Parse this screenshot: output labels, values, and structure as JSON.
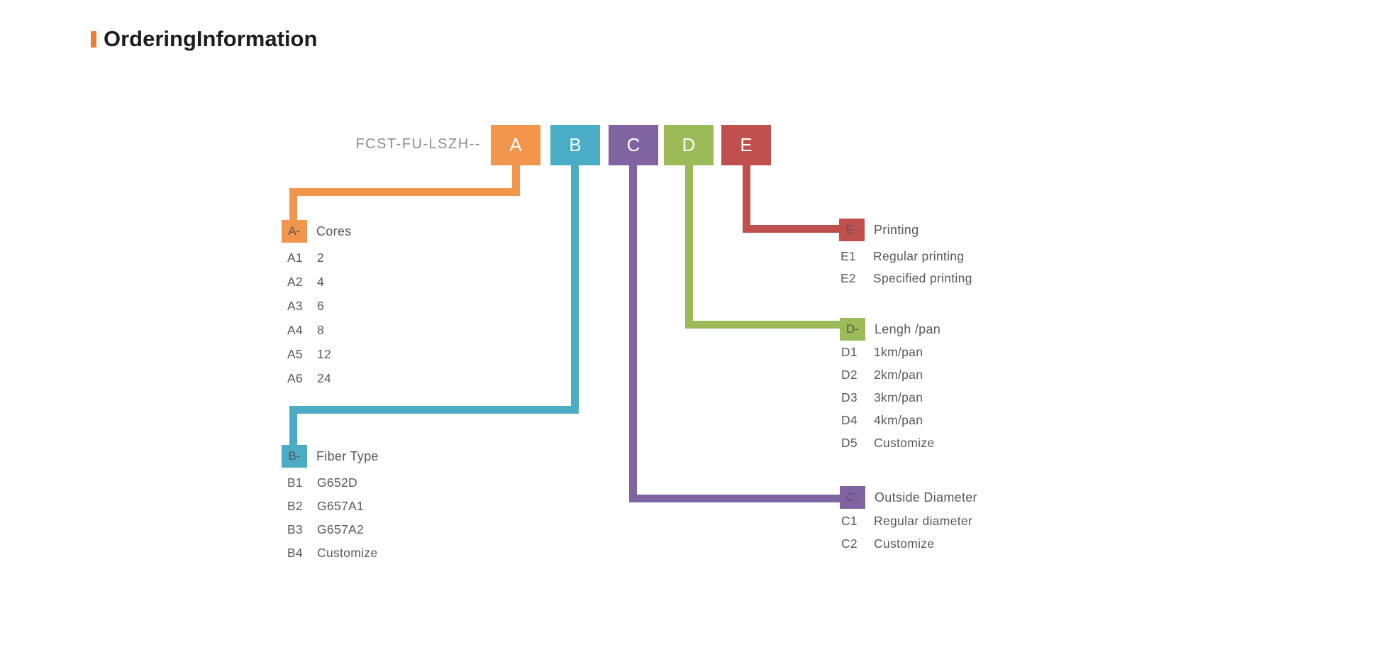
{
  "title": {
    "text": "OrderingInformation",
    "accent_color": "#ED7D31"
  },
  "code_prefix": "FCST-FU-LSZH--",
  "colors": {
    "orange": "#F2964D",
    "teal": "#4BACC6",
    "purple": "#8064A2",
    "green": "#9BBB59",
    "red": "#C0504D"
  },
  "code_boxes": [
    {
      "letter": "A"
    },
    {
      "letter": "B"
    },
    {
      "letter": "C"
    },
    {
      "letter": "D"
    },
    {
      "letter": "E"
    }
  ],
  "sections": {
    "a": {
      "chip": "A-",
      "title": "Cores",
      "items": [
        {
          "code": "A1",
          "value": "2"
        },
        {
          "code": "A2",
          "value": "4"
        },
        {
          "code": "A3",
          "value": "6"
        },
        {
          "code": "A4",
          "value": "8"
        },
        {
          "code": "A5",
          "value": "12"
        },
        {
          "code": "A6",
          "value": "24"
        }
      ]
    },
    "b": {
      "chip": "B-",
      "title": "Fiber Type",
      "items": [
        {
          "code": "B1",
          "value": "G652D"
        },
        {
          "code": "B2",
          "value": "G657A1"
        },
        {
          "code": "B3",
          "value": "G657A2"
        },
        {
          "code": "B4",
          "value": "Customize"
        }
      ]
    },
    "c": {
      "chip": "C-",
      "title": "Outside Diameter",
      "items": [
        {
          "code": "C1",
          "value": "Regular diameter"
        },
        {
          "code": "C2",
          "value": "Customize"
        }
      ]
    },
    "d": {
      "chip": "D-",
      "title": "Lengh /pan",
      "items": [
        {
          "code": "D1",
          "value": "1km/pan"
        },
        {
          "code": "D2",
          "value": "2km/pan"
        },
        {
          "code": "D3",
          "value": "3km/pan"
        },
        {
          "code": "D4",
          "value": "4km/pan"
        },
        {
          "code": "D5",
          "value": "Customize"
        }
      ]
    },
    "e": {
      "chip": "E-",
      "title": "Printing",
      "items": [
        {
          "code": "E1",
          "value": "Regular printing"
        },
        {
          "code": "E2",
          "value": "Specified printing"
        }
      ]
    }
  }
}
